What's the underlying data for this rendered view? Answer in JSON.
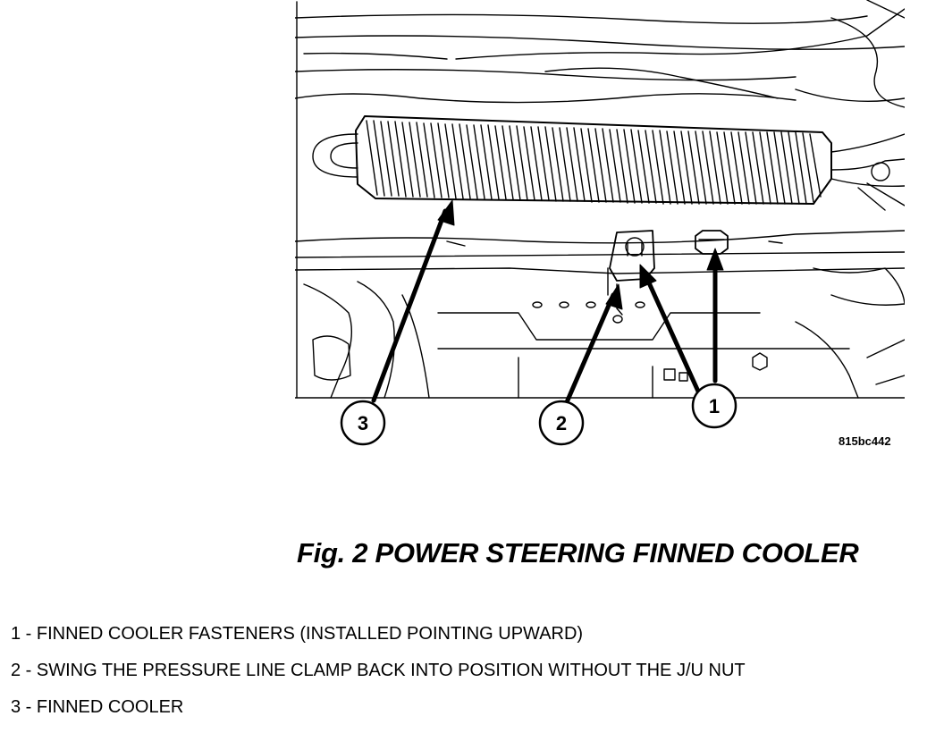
{
  "figure": {
    "code": "815bc442",
    "title": "Fig. 2 POWER STEERING FINNED COOLER",
    "callouts": [
      "3",
      "2",
      "1"
    ]
  },
  "legend": [
    {
      "text": "1 - FINNED COOLER FASTENERS (INSTALLED POINTING UPWARD)"
    },
    {
      "text": "2 - SWING THE PRESSURE LINE CLAMP BACK INTO POSITION WITHOUT THE J/U NUT"
    },
    {
      "text": "3 - FINNED COOLER"
    }
  ]
}
